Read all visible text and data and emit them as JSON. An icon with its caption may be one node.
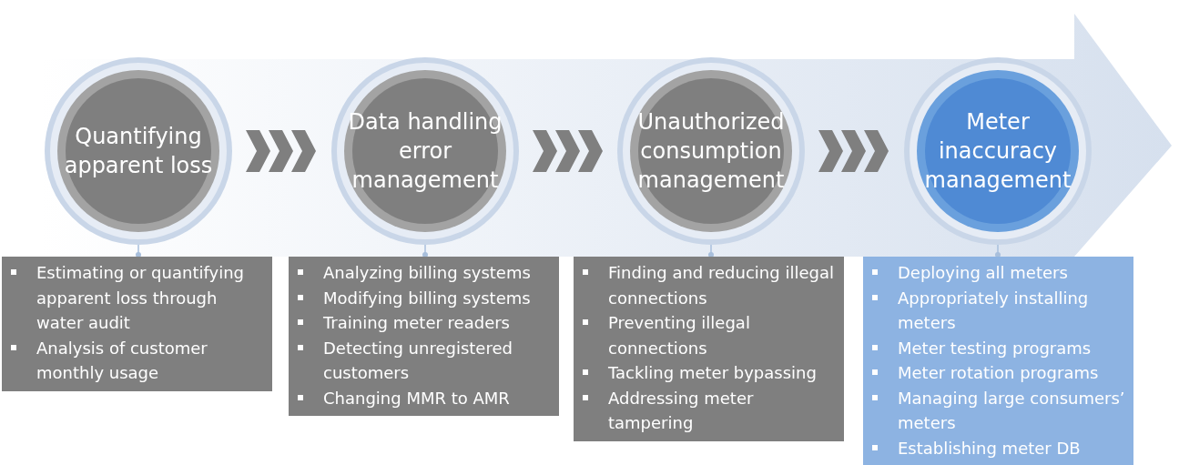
{
  "diagram": {
    "nodes": [
      {
        "text": [
          "Quantifying apparent loss"
        ]
      },
      {
        "text": [
          "Data handling error management"
        ]
      },
      {
        "text": [
          "Unauthorized consumption management"
        ]
      },
      {
        "text": [
          "Meter inaccuracy management"
        ]
      },
      {
        "text": [
          "Estimating or quantifying apparent loss through water audit",
          "Analysis of customer monthly usage"
        ]
      },
      {
        "text": [
          "Analyzing billing systems",
          "Modifying billing systems",
          "Training meter readers",
          "Detecting unregistered customers",
          "Changing MMR to AMR"
        ]
      },
      {
        "text": [
          "Finding and reducing illegal connections",
          "Preventing illegal connections",
          "Tackling meter bypassing",
          "Addressing meter tampering"
        ]
      },
      {
        "text": [
          "Deploying all meters",
          "Appropriately installing meters",
          "Meter testing programs",
          "Meter rotation programs",
          "Managing large consumers’ meters",
          "Establishing meter DB"
        ]
      }
    ],
    "edges": [
      {
        "from": 0,
        "to": 1,
        "arrow": "to"
      },
      {
        "from": 1,
        "to": 2,
        "arrow": "to"
      },
      {
        "from": 2,
        "to": 3,
        "arrow": "to"
      },
      {
        "from": 0,
        "to": 4,
        "arrow": "other"
      },
      {
        "from": 1,
        "to": 5,
        "arrow": "other"
      },
      {
        "from": 2,
        "to": 6,
        "arrow": "other"
      },
      {
        "from": 3,
        "to": 7,
        "arrow": "other"
      }
    ]
  }
}
